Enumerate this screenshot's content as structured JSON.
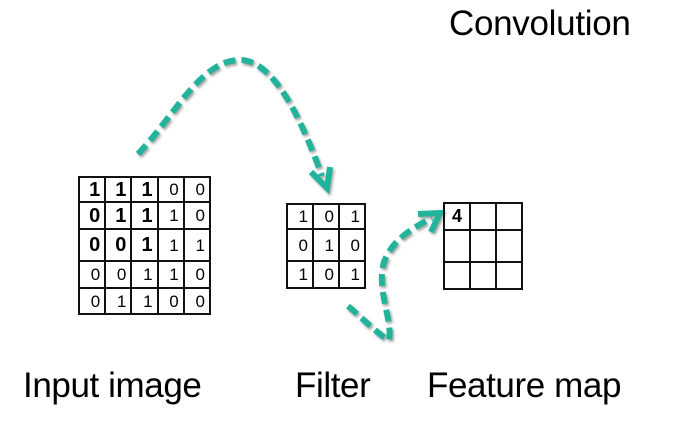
{
  "title": "Convolution",
  "colors": {
    "arrow": "#22b49b",
    "arrow_shadow": "#9a9a9a",
    "grid_line": "#111111",
    "text": "#000000",
    "background": "#ffffff"
  },
  "input_image": {
    "label": "Input image",
    "rows": [
      [
        "1",
        "1",
        "1",
        "0",
        "0"
      ],
      [
        "0",
        "1",
        "1",
        "1",
        "0"
      ],
      [
        "0",
        "0",
        "1",
        "1",
        "1"
      ],
      [
        "0",
        "0",
        "1",
        "1",
        "0"
      ],
      [
        "0",
        "1",
        "1",
        "0",
        "0"
      ]
    ],
    "highlighted_region": "top-left 3x3 (bold)"
  },
  "filter": {
    "label": "Filter",
    "rows": [
      [
        "1",
        "0",
        "1"
      ],
      [
        "0",
        "1",
        "0"
      ],
      [
        "1",
        "0",
        "1"
      ]
    ]
  },
  "feature_map": {
    "label": "Feature map",
    "rows": [
      [
        "4",
        "",
        ""
      ],
      [
        "",
        "",
        ""
      ],
      [
        "",
        "",
        ""
      ]
    ]
  },
  "arrows": [
    {
      "name": "input-to-filter-arrow",
      "from": "input image",
      "to": "filter",
      "style": "dashed"
    },
    {
      "name": "filter-to-feature-arrow",
      "from": "filter",
      "to": "feature map",
      "style": "dashed"
    }
  ]
}
